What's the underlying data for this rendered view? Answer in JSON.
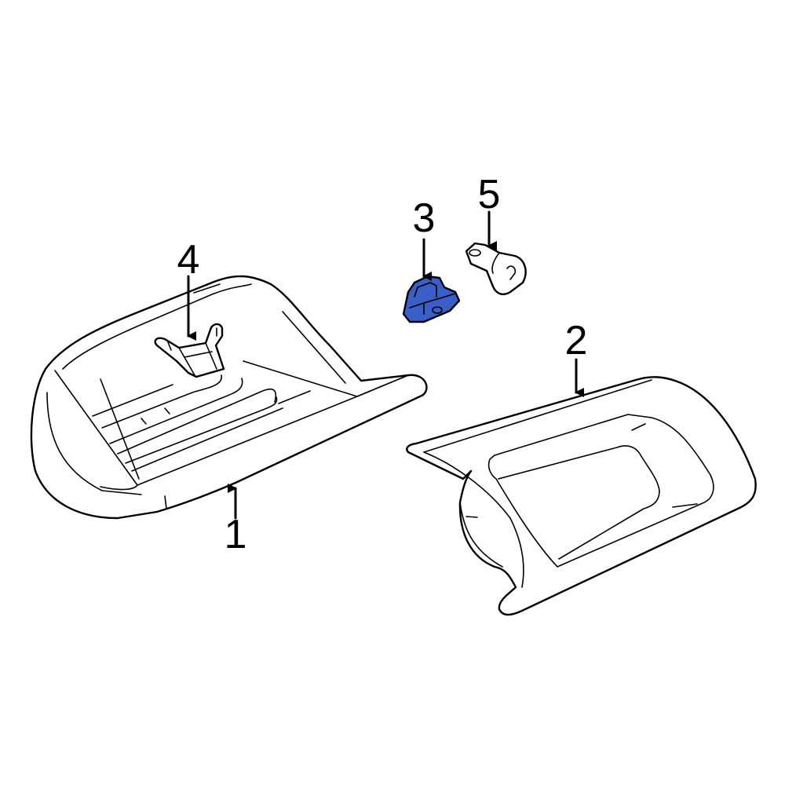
{
  "diagram": {
    "type": "exploded-parts-diagram",
    "highlight_color": "#3A5FC8",
    "line_color": "#000000",
    "background": "#FFFFFF",
    "parts": [
      {
        "number": "1",
        "label": "1",
        "highlighted": false
      },
      {
        "number": "2",
        "label": "2",
        "highlighted": false
      },
      {
        "number": "3",
        "label": "3",
        "highlighted": true
      },
      {
        "number": "4",
        "label": "4",
        "highlighted": false
      },
      {
        "number": "5",
        "label": "5",
        "highlighted": false
      }
    ]
  }
}
